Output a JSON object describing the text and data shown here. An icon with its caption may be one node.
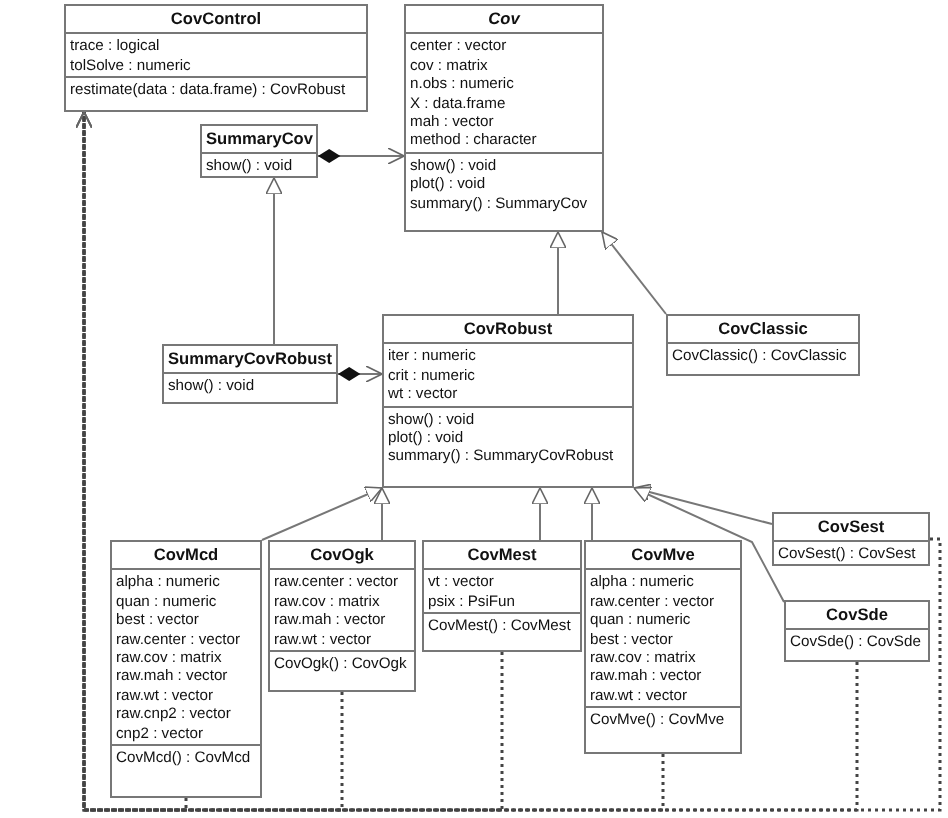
{
  "diagram": {
    "nodes": [
      {
        "text": [
          "CovControl",
          "trace : logical",
          "tolSolve : numeric",
          "restimate(data : data.frame) : CovRobust"
        ]
      },
      {
        "text": [
          "Cov",
          "center : vector",
          "cov : matrix",
          "n.obs : numeric",
          "X : data.frame",
          "mah : vector",
          "method : character",
          "show() : void",
          "plot() : void",
          "summary() : SummaryCov"
        ]
      },
      {
        "text": [
          "SummaryCov",
          "show() : void"
        ]
      },
      {
        "text": [
          "CovRobust",
          "iter : numeric",
          "crit : numeric",
          "wt : vector",
          "show() : void",
          "plot() : void",
          "summary() : SummaryCovRobust"
        ]
      },
      {
        "text": [
          "CovClassic",
          "CovClassic() : CovClassic"
        ]
      },
      {
        "text": [
          "SummaryCovRobust",
          "show() : void"
        ]
      },
      {
        "text": [
          "CovSest",
          "CovSest() : CovSest"
        ]
      },
      {
        "text": [
          "CovMcd",
          "alpha : numeric",
          "quan : numeric",
          "best : vector",
          "raw.center : vector",
          "raw.cov : matrix",
          "raw.mah : vector",
          "raw.wt : vector",
          "raw.cnp2 : vector",
          "cnp2 : vector",
          "CovMcd() : CovMcd"
        ]
      },
      {
        "text": [
          "CovOgk",
          "raw.center : vector",
          "raw.cov : matrix",
          "raw.mah : vector",
          "raw.wt : vector",
          "CovOgk() : CovOgk"
        ]
      },
      {
        "text": [
          "CovMest",
          "vt : vector",
          "psix : PsiFun",
          "CovMest() : CovMest"
        ]
      },
      {
        "text": [
          "CovMve",
          "alpha : numeric",
          "raw.center : vector",
          "quan : numeric",
          "best : vector",
          "raw.cov : matrix",
          "raw.mah : vector",
          "raw.wt : vector",
          "CovMve() : CovMve"
        ]
      },
      {
        "text": [
          "CovSde",
          "CovSde() : CovSde"
        ]
      }
    ],
    "edges": [
      {
        "from": 2,
        "to": 1,
        "arrow": "to"
      },
      {
        "from": 5,
        "to": 3,
        "arrow": "to"
      },
      {
        "from": 5,
        "to": 2,
        "arrow": "to"
      },
      {
        "from": 3,
        "to": 1,
        "arrow": "to"
      },
      {
        "from": 4,
        "to": 1,
        "arrow": "to"
      },
      {
        "from": 7,
        "to": 3,
        "arrow": "to"
      },
      {
        "from": 8,
        "to": 3,
        "arrow": "to"
      },
      {
        "from": 9,
        "to": 3,
        "arrow": "to"
      },
      {
        "from": 10,
        "to": 3,
        "arrow": "to"
      },
      {
        "from": 6,
        "to": 3,
        "arrow": "to"
      },
      {
        "from": 11,
        "to": 3,
        "arrow": "to"
      },
      {
        "from": 7,
        "to": 0,
        "arrow": "to",
        "style": "dashed"
      },
      {
        "from": 8,
        "to": 0,
        "arrow": "to",
        "style": "dashed"
      },
      {
        "from": 9,
        "to": 0,
        "arrow": "to",
        "style": "dashed"
      },
      {
        "from": 10,
        "to": 0,
        "arrow": "to",
        "style": "dashed"
      },
      {
        "from": 11,
        "to": 0,
        "arrow": "to",
        "style": "dashed"
      },
      {
        "from": 6,
        "to": 0,
        "arrow": "to",
        "style": "dashed"
      }
    ]
  }
}
